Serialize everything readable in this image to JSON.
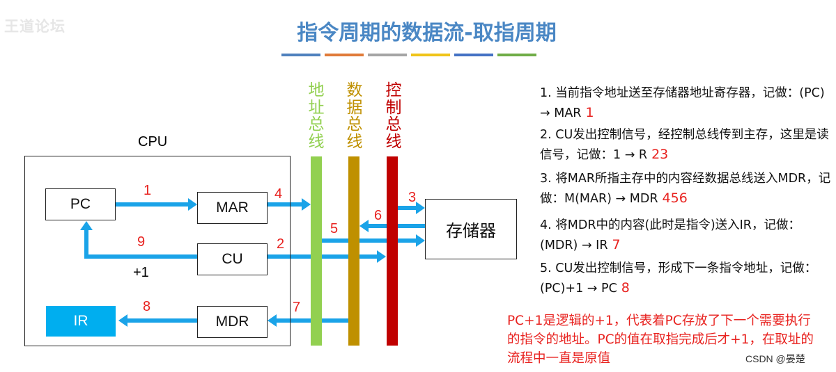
{
  "watermark": "王道论坛",
  "title": "指令周期的数据流-取指周期",
  "title_colors": [
    "#4f81bd",
    "#e07b39",
    "#a5a5a5",
    "#f0c419",
    "#4472c4",
    "#70ad47"
  ],
  "buses": [
    {
      "label": "地址总线",
      "color": "#92d050"
    },
    {
      "label": "数据总线",
      "color": "#bf9000"
    },
    {
      "label": "控制总线",
      "color": "#c00000"
    }
  ],
  "cpu_label": "CPU",
  "boxes": {
    "pc": "PC",
    "mar": "MAR",
    "cu": "CU",
    "mdr": "MDR",
    "ir": "IR",
    "memory": "存储器"
  },
  "plus_one": "+1",
  "arrow_color": "#1aa3e8",
  "numbers": [
    "1",
    "2",
    "3",
    "4",
    "5",
    "6",
    "7",
    "8",
    "9"
  ],
  "steps": [
    {
      "text": "1. 当前指令地址送至存储器地址寄存器，记做：(PC) → MAR",
      "num": "1"
    },
    {
      "text": "2. CU发出控制信号，经控制总线传到主存，这里是读信号，记做：1 → R",
      "num": "23"
    },
    {
      "text": "3. 将MAR所指主存中的内容经数据总线送入MDR，记做：M(MAR) → MDR",
      "num": "456"
    },
    {
      "text": "4. 将MDR中的内容(此时是指令)送入IR，记做：(MDR) → IR",
      "num": "7"
    },
    {
      "text": "5. CU发出控制信号，形成下一条指令地址，记做：(PC)+1 → PC",
      "num": "8"
    }
  ],
  "note": "PC+1是逻辑的+1，代表着PC存放了下一个需要执行的指令的地址。PC的值在取指完成后才+1，在取址的流程中一直是原值",
  "footer": "CSDN @晏楚"
}
